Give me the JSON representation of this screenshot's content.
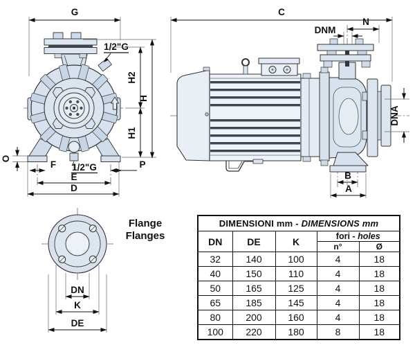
{
  "colors": {
    "part_fill": "#d7e2ee",
    "part_fill_light": "#eef3f9",
    "outline": "#333333",
    "dim_line": "#1a1a1a",
    "fin_dark": "#3d4653",
    "table_border": "#111111"
  },
  "front_view": {
    "labels": {
      "g": "G",
      "plug_top": "1/2\"G",
      "h2": "H2",
      "h": "H",
      "h1": "H1",
      "o": "O",
      "f": "F",
      "plug_bottom": "1/2\"G",
      "e": "E",
      "p": "P",
      "d": "D"
    }
  },
  "side_view": {
    "labels": {
      "c": "C",
      "dnm": "DNM",
      "n": "N",
      "dna": "DNA",
      "b": "B",
      "a": "A"
    }
  },
  "flange_view": {
    "caption_line1": "Flange",
    "caption_line2": "Flanges",
    "labels": {
      "dn": "DN",
      "k": "K",
      "de": "DE"
    }
  },
  "table": {
    "title_primary": "DIMENSIONI mm -",
    "title_secondary": "DIMENSIONS mm",
    "col_dn": "DN",
    "col_de": "DE",
    "col_k": "K",
    "col_fori": "fori -",
    "col_holes": "holes",
    "col_n": "n°",
    "col_diam": "Ø",
    "rows": [
      {
        "dn": "32",
        "de": "140",
        "k": "100",
        "n": "4",
        "diam": "18"
      },
      {
        "dn": "40",
        "de": "150",
        "k": "110",
        "n": "4",
        "diam": "18"
      },
      {
        "dn": "50",
        "de": "165",
        "k": "125",
        "n": "4",
        "diam": "18"
      },
      {
        "dn": "65",
        "de": "185",
        "k": "145",
        "n": "4",
        "diam": "18"
      },
      {
        "dn": "80",
        "de": "200",
        "k": "160",
        "n": "4",
        "diam": "18"
      },
      {
        "dn": "100",
        "de": "220",
        "k": "180",
        "n": "8",
        "diam": "18"
      }
    ]
  }
}
